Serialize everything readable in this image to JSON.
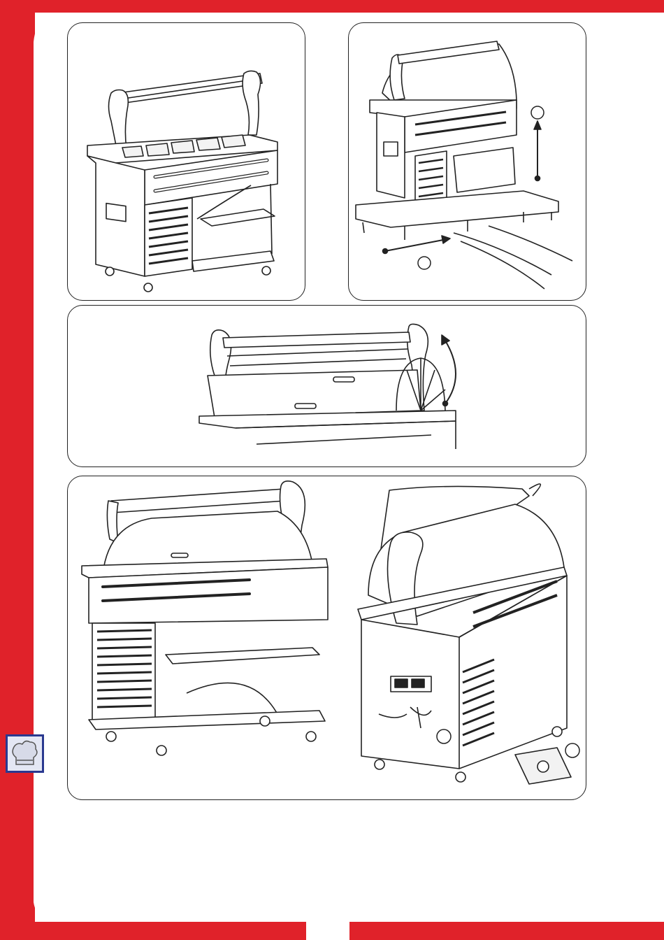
{
  "document": {
    "kind": "instruction-manual-page",
    "frame_color": "#e0222a",
    "badge_color": "#2a3990",
    "icons": [
      "chef-hat-icon",
      "move-arrow-icon",
      "lift-arrow-icon",
      "rotate-arrow-icon",
      "plug-socket-icon"
    ]
  },
  "panels": [
    {
      "name": "panel-unit-overview",
      "description_icon": "refrigerated-buffet-cart"
    },
    {
      "name": "panel-unpacking",
      "description_icon": "cart-on-pallet"
    },
    {
      "name": "panel-cover-opening",
      "description_icon": "sliding-roll-top-cover"
    },
    {
      "name": "panel-installation",
      "description_icon": "cart-with-plug"
    }
  ]
}
